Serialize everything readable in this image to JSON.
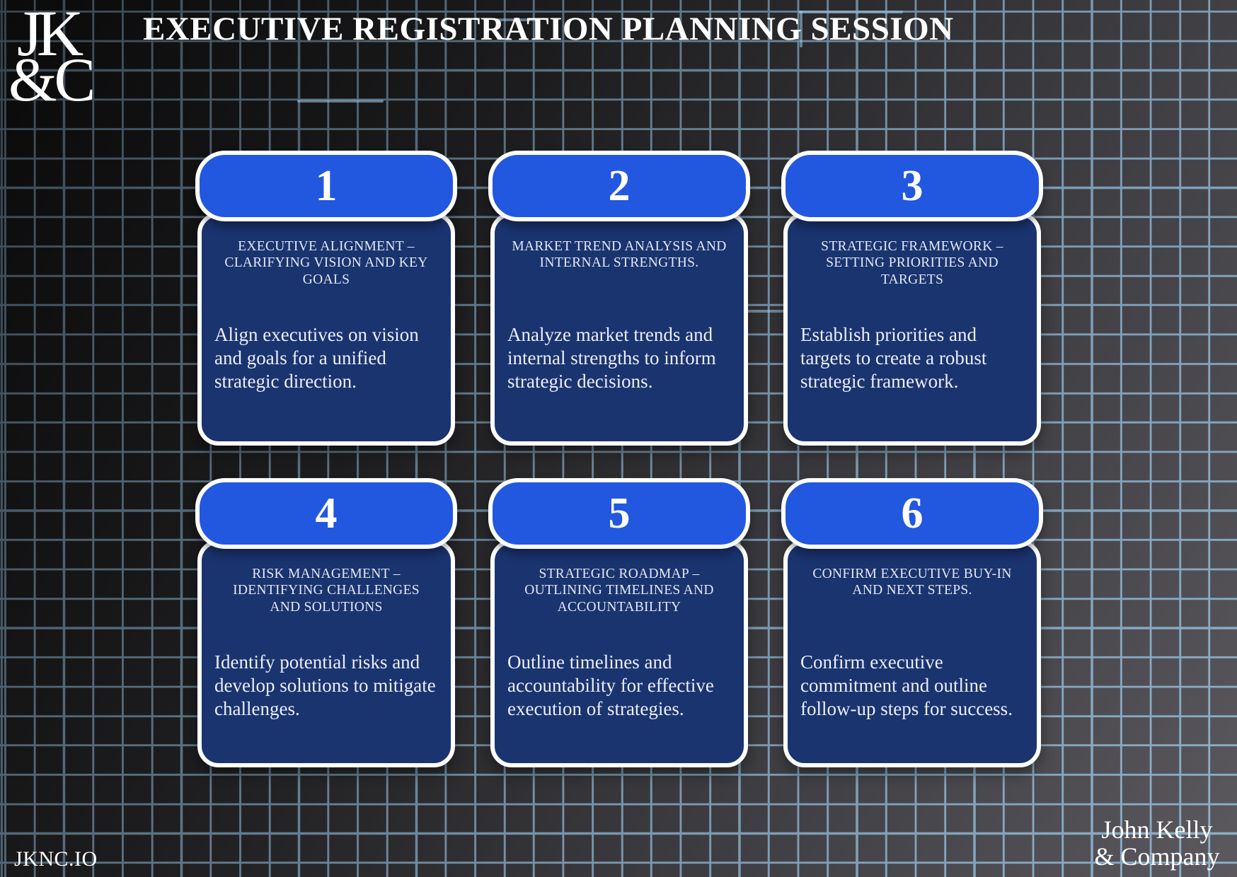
{
  "header": {
    "title": "EXECUTIVE REGISTRATION PLANNING SESSION"
  },
  "logo": {
    "line1": "JK",
    "line2": "&C"
  },
  "cards": [
    {
      "number": "1",
      "subtitle": "EXECUTIVE ALIGNMENT –\nCLARIFYING VISION AND KEY\nGOALS",
      "description": "Align executives on vision\nand goals for a unified\nstrategic direction."
    },
    {
      "number": "2",
      "subtitle": "MARKET TREND ANALYSIS AND\nINTERNAL STRENGTHS.",
      "description": "Analyze market trends and\ninternal strengths to inform\nstrategic decisions."
    },
    {
      "number": "3",
      "subtitle": "STRATEGIC FRAMEWORK –\nSETTING PRIORITIES AND\nTARGETS",
      "description": "Establish priorities and\ntargets to create a robust\nstrategic framework."
    },
    {
      "number": "4",
      "subtitle": "RISK MANAGEMENT –\nIDENTIFYING CHALLENGES\nAND SOLUTIONS",
      "description": "Identify potential risks and\ndevelop solutions to mitigate\nchallenges."
    },
    {
      "number": "5",
      "subtitle": "STRATEGIC ROADMAP –\nOUTLINING TIMELINES AND\nACCOUNTABILITY",
      "description": "Outline timelines and\naccountability for effective\nexecution of strategies."
    },
    {
      "number": "6",
      "subtitle": "CONFIRM EXECUTIVE BUY-IN\nAND NEXT STEPS.",
      "description": "Confirm executive\ncommitment and outline\nfollow-up steps for success."
    }
  ],
  "footer": {
    "site": "JKNC.IO",
    "company_line1": "John Kelly",
    "company_line2": "& Company"
  },
  "colors": {
    "header_blue": "#2257E0",
    "card_navy": "#1A3470",
    "card_border": "#FFFFFF",
    "grid_line": "#8FB3CF",
    "background_dark": "#0B0B0C",
    "background_light": "#5D5B60",
    "text_light": "#ECEEF8"
  }
}
